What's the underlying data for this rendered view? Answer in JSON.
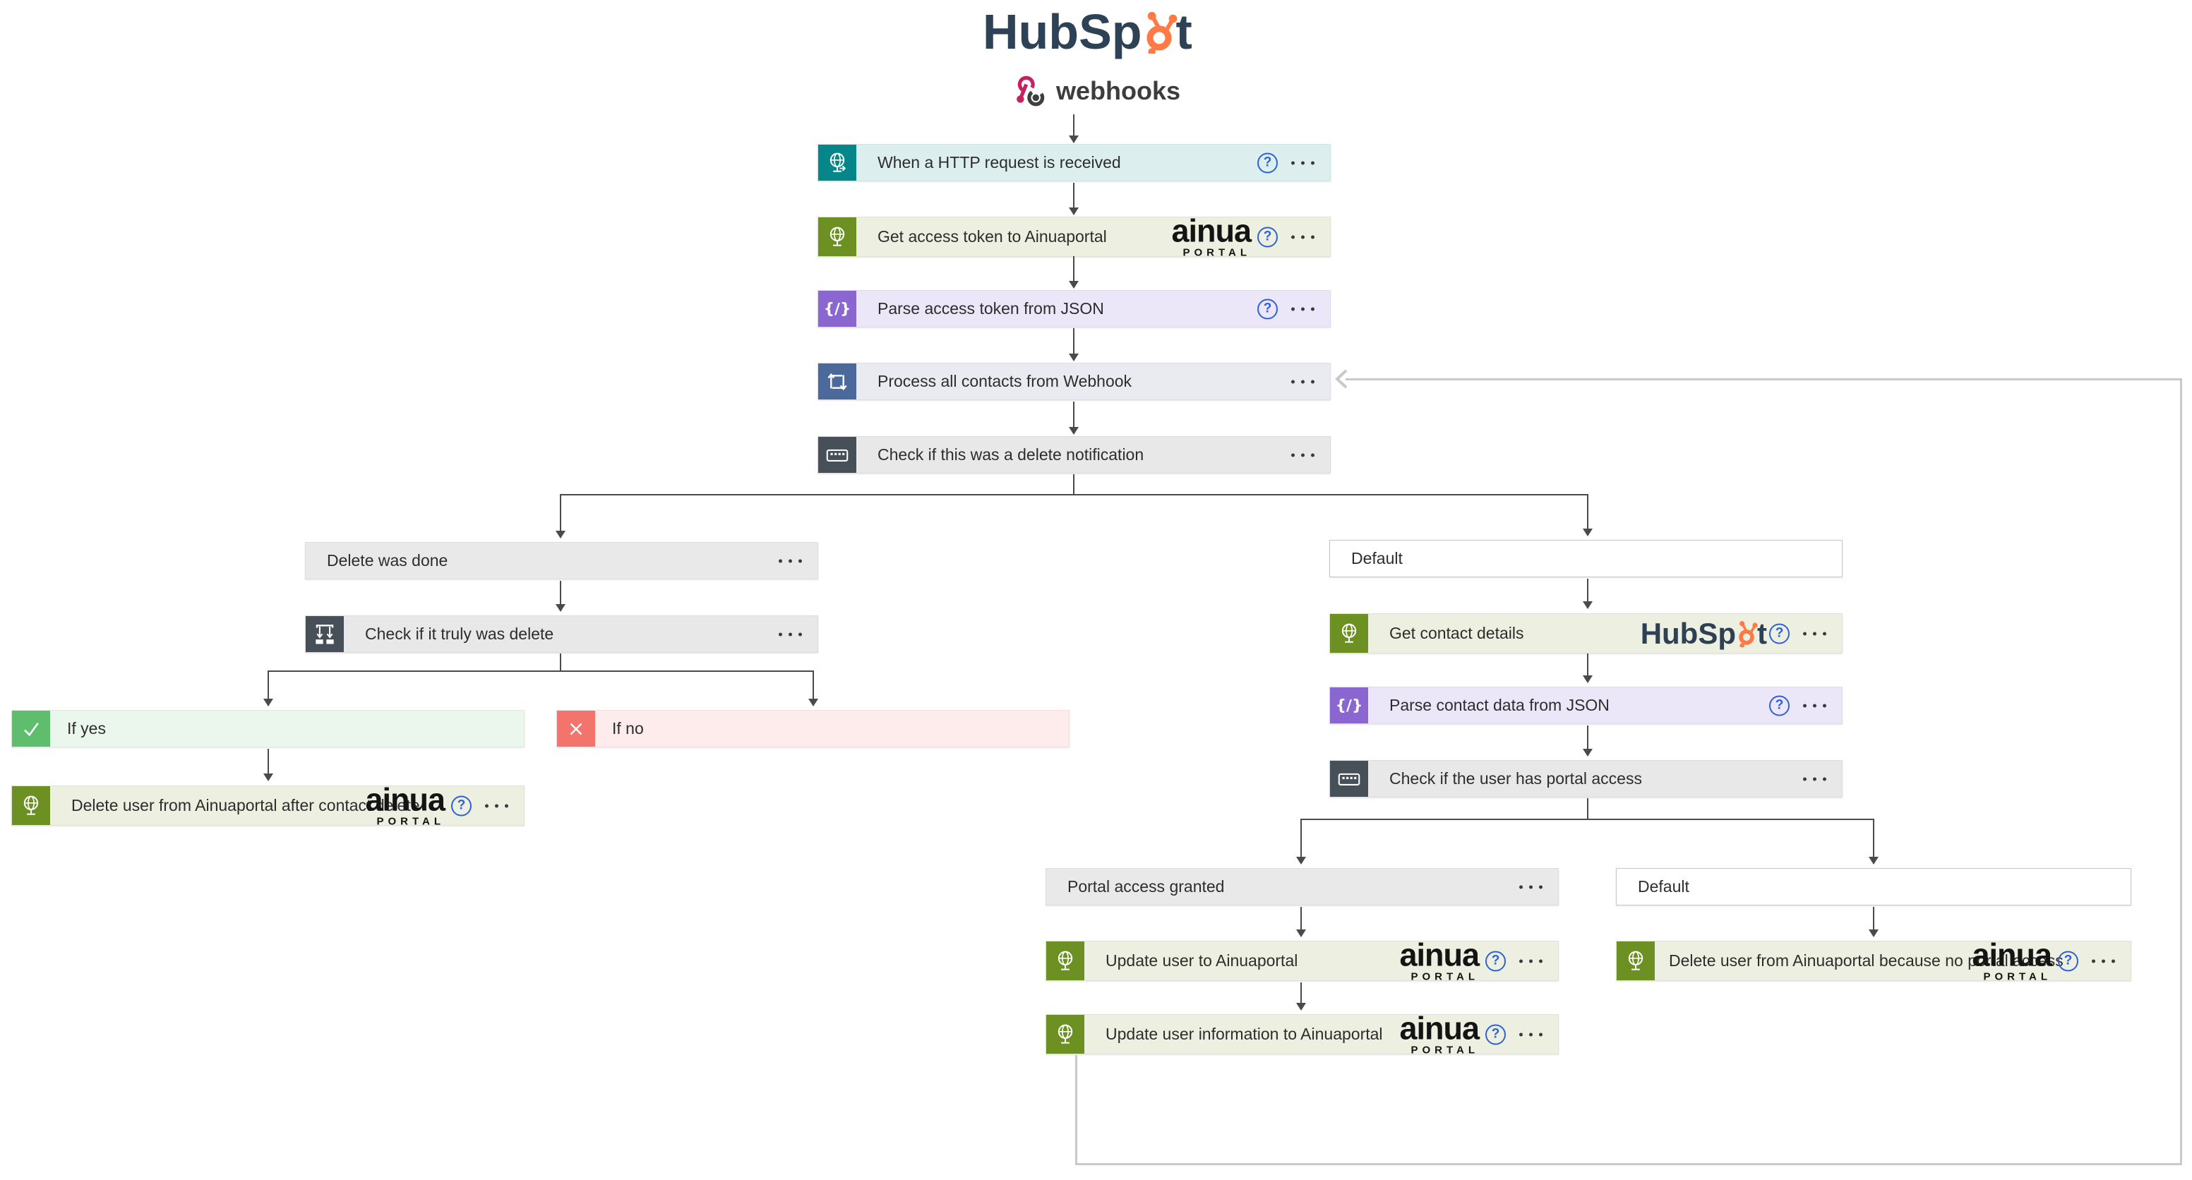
{
  "header": {
    "hubspot_wordmark_pre": "HubSp",
    "hubspot_wordmark_post": "t",
    "webhooks_label": "webhooks"
  },
  "brands": {
    "ainua": {
      "name": "ainua",
      "sub": "PORTAL"
    },
    "hubspot": {
      "pre": "HubSp",
      "post": "t"
    }
  },
  "ui": {
    "help_glyph": "?"
  },
  "icons": {
    "http_trigger": "globe-request-icon",
    "ainua_api": "globe-icon",
    "parse_json": "braces-slash-icon",
    "foreach": "loop-icon",
    "switch": "switch-icon",
    "condition": "condition-icon",
    "if_yes": "check-icon",
    "if_no": "cross-icon",
    "help": "help-circle-icon",
    "menu": "ellipsis-icon",
    "hubspot_sprocket": "hubspot-sprocket-icon",
    "webhooks": "webhooks-icon"
  },
  "colors": {
    "teal_icon": "#058789",
    "teal_body": "#dcefee",
    "olive_icon": "#6d9022",
    "olive_body": "#edefe0",
    "purple_icon": "#8a66d1",
    "purple_body": "#ebe6f8",
    "blue_icon": "#4b699b",
    "blue_body": "#e9ebf1",
    "dark_icon": "#474f58",
    "dark_body": "#e8e8e8",
    "yes_icon": "#5fbe6e",
    "yes_body": "#ebf7ed",
    "no_icon": "#f3746c",
    "no_body": "#fdeceb",
    "help_blue": "#2e62d6",
    "hubspot_navy": "#2e4256",
    "hubspot_orange": "#ff7a45",
    "webhooks_magenta": "#c2225f",
    "connector_dark": "#4a4a4a",
    "connector_gray": "#c9c9c9"
  },
  "nodes": {
    "http_trigger": {
      "title": "When a HTTP request is received"
    },
    "get_token": {
      "title": "Get access token to Ainuaportal"
    },
    "parse_token": {
      "title": "Parse access token from JSON"
    },
    "foreach_contacts": {
      "title": "Process all contacts from Webhook"
    },
    "switch_delete": {
      "title": "Check if this was a delete notification"
    },
    "case_delete_done": {
      "title": "Delete was done"
    },
    "cond_truly_delete": {
      "title": "Check if it truly was delete"
    },
    "if_yes": {
      "title": "If yes"
    },
    "if_no": {
      "title": "If no"
    },
    "delete_user_after": {
      "title": "Delete user from Ainuaportal after contact delete"
    },
    "case_default_top": {
      "title": "Default"
    },
    "get_contact": {
      "title": "Get contact details"
    },
    "parse_contact": {
      "title": "Parse contact data from JSON"
    },
    "switch_portal": {
      "title": "Check if the user has portal access"
    },
    "case_portal_granted": {
      "title": "Portal access granted"
    },
    "case_default_bottom": {
      "title": "Default"
    },
    "update_user": {
      "title": "Update user to Ainuaportal"
    },
    "update_user_info": {
      "title": "Update user information to Ainuaportal"
    },
    "delete_user_no_access": {
      "title": "Delete user from Ainuaportal because no portal access"
    }
  }
}
